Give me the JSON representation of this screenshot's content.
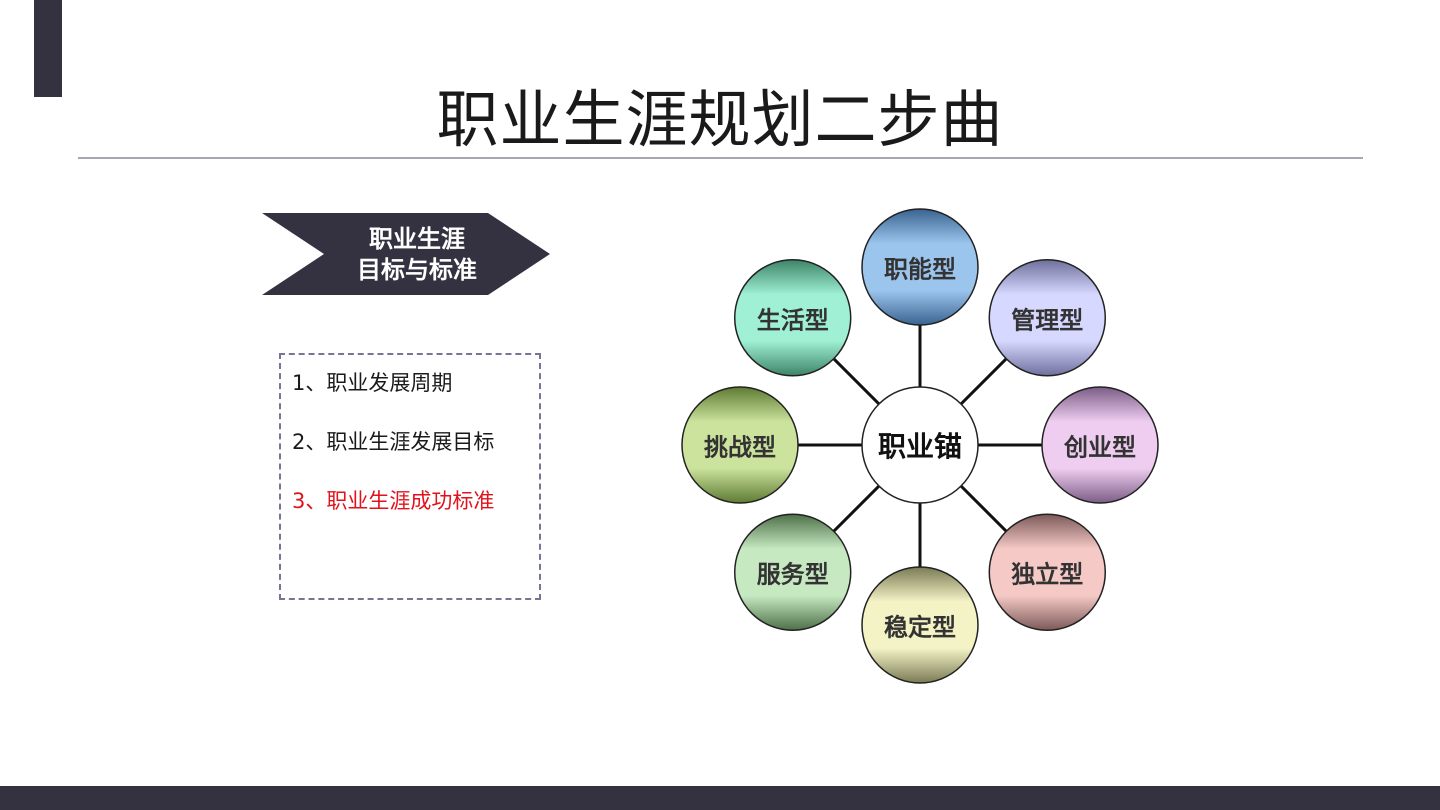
{
  "title": "职业生涯规划二步曲",
  "chevron": {
    "line1": "职业生涯",
    "line2": "目标与标准"
  },
  "list": {
    "items": [
      {
        "text": "1、职业发展周期",
        "active": false
      },
      {
        "text": "2、职业生涯发展目标",
        "active": false
      },
      {
        "text": "3、职业生涯成功标准",
        "active": true
      }
    ]
  },
  "diagram": {
    "center": "职业锚",
    "nodes": [
      {
        "label": "职能型",
        "color_top": "#9cc5ee",
        "color_bottom": "#3a6490"
      },
      {
        "label": "管理型",
        "color_top": "#d6d8ff",
        "color_bottom": "#6f6f9c"
      },
      {
        "label": "创业型",
        "color_top": "#eecdf0",
        "color_bottom": "#7c5d86"
      },
      {
        "label": "独立型",
        "color_top": "#f5c9c6",
        "color_bottom": "#7c5a58"
      },
      {
        "label": "稳定型",
        "color_top": "#f4f3c6",
        "color_bottom": "#7a7a55"
      },
      {
        "label": "服务型",
        "color_top": "#c6e9c2",
        "color_bottom": "#4d7048"
      },
      {
        "label": "挑战型",
        "color_top": "#cbe39c",
        "color_bottom": "#5e7a33"
      },
      {
        "label": "生活型",
        "color_top": "#9ff0d4",
        "color_bottom": "#3d8467"
      }
    ]
  },
  "colors": {
    "dark_accent": "#343241",
    "active_text": "#e0121b",
    "dashed_border": "#7a7396"
  }
}
